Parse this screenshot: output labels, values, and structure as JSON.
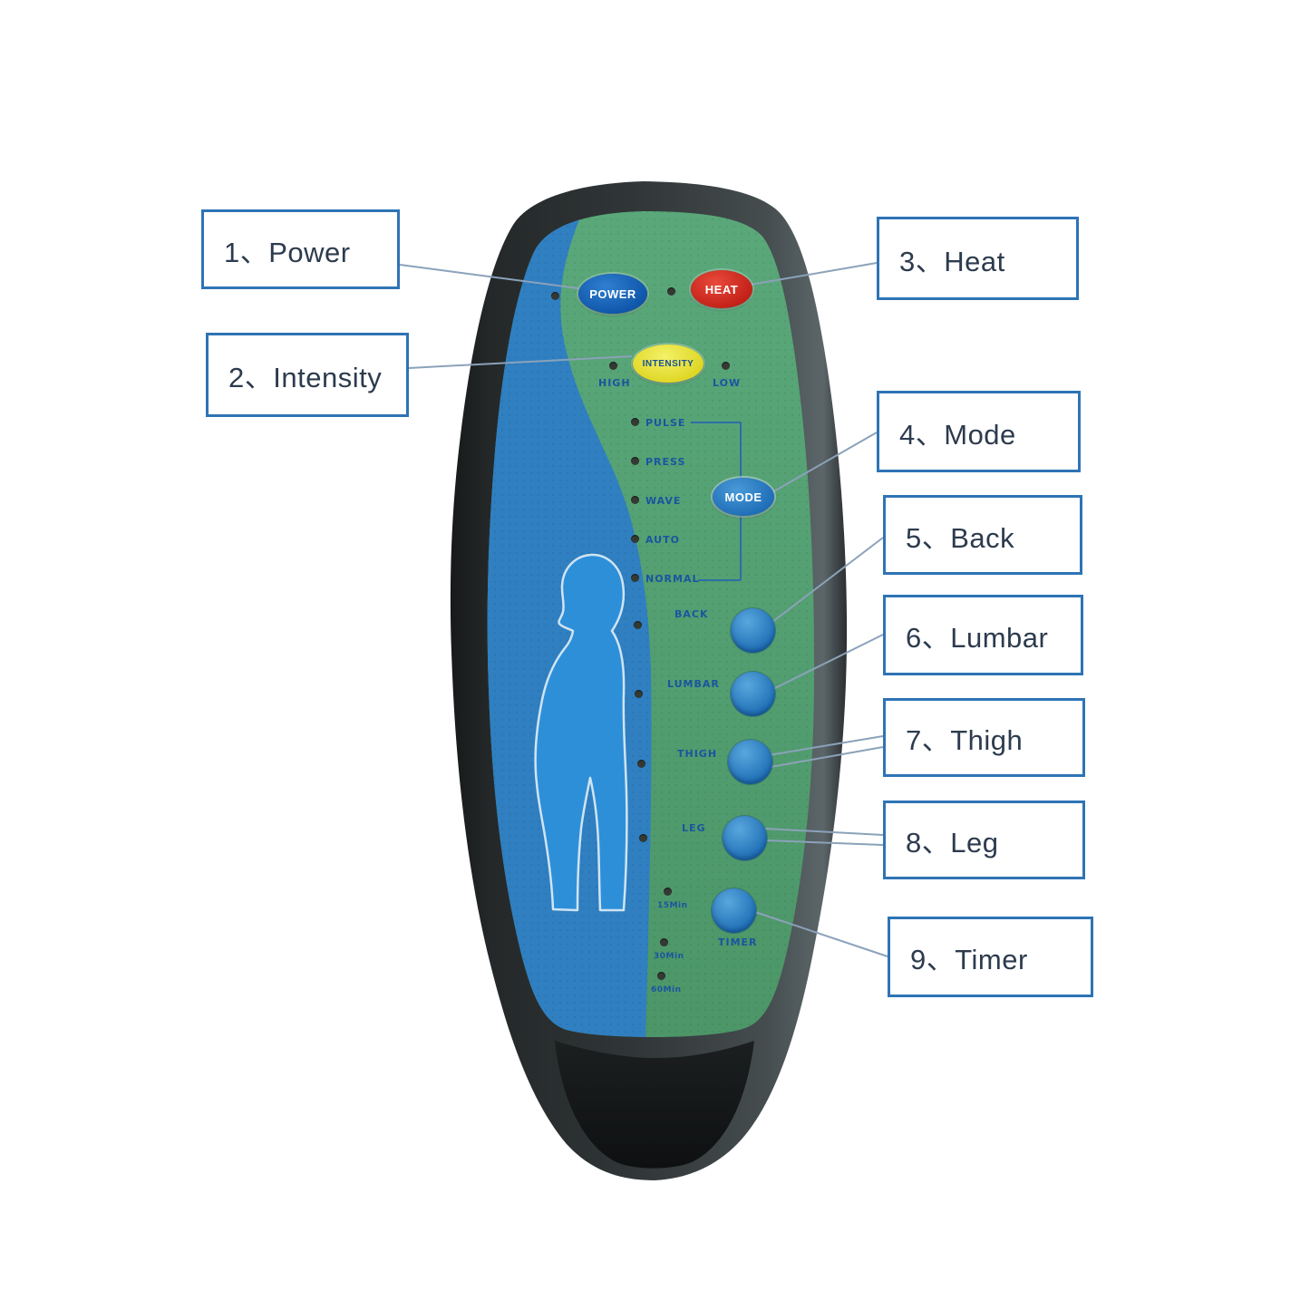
{
  "diagram": {
    "callouts": [
      {
        "label": "1、Power"
      },
      {
        "label": "2、Intensity"
      },
      {
        "label": "3、Heat"
      },
      {
        "label": "4、Mode"
      },
      {
        "label": "5、Back"
      },
      {
        "label": "6、Lumbar"
      },
      {
        "label": "7、Thigh"
      },
      {
        "label": "8、Leg"
      },
      {
        "label": "9、Timer"
      }
    ]
  },
  "remote": {
    "power_button": "POWER",
    "heat_button": "HEAT",
    "intensity_button": "INTENSITY",
    "mode_button": "MODE",
    "intensity_high": "HIGH",
    "intensity_low": "LOW",
    "modes": [
      "PULSE",
      "PRESS",
      "WAVE",
      "AUTO",
      "NORMAL"
    ],
    "zones": [
      "BACK",
      "LUMBAR",
      "THIGH",
      "LEG"
    ],
    "timer_options": [
      "15Min",
      "30Min",
      "60Min"
    ],
    "timer_label": "TIMER"
  },
  "colors": {
    "power_blue": "#0e54a8",
    "heat_red": "#c01d15",
    "intensity_yellow": "#e5dd2e",
    "mode_blue": "#2f86c8",
    "panel_green": "#54a173",
    "panel_blue": "#2f7fc1",
    "shell_dark": "#2d3133",
    "callout_border": "#2e74b5",
    "leader_line": "#8ba2ba"
  }
}
